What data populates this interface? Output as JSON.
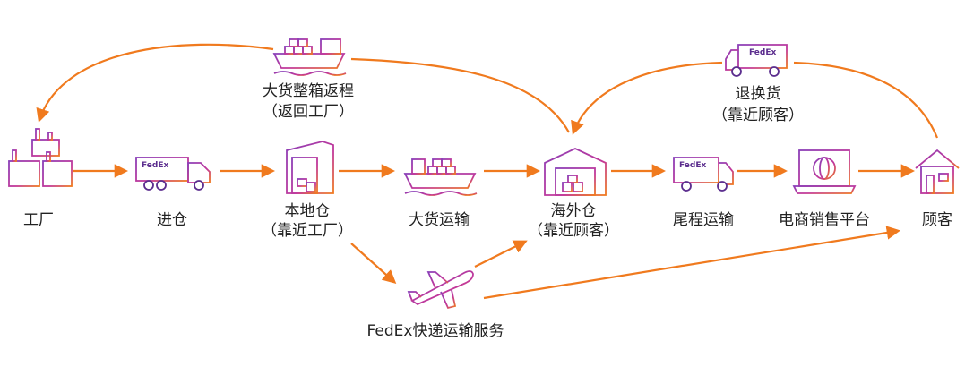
{
  "colors": {
    "arrow": "#F07A1E",
    "icon_purple": "#5B2D8E",
    "icon_violet": "#8A3FB8",
    "icon_magenta": "#C2389A",
    "icon_orange": "#F07A1E"
  },
  "nodes": {
    "factory": {
      "label": "工厂",
      "icon": "factory-icon"
    },
    "inbound": {
      "label": "进仓",
      "icon": "fedex-truck-icon"
    },
    "local_warehouse": {
      "label": "本地仓",
      "sublabel": "（靠近工厂）",
      "icon": "warehouse-building-icon"
    },
    "bulk_transport": {
      "label": "大货运输",
      "icon": "cargo-ship-icon"
    },
    "overseas_warehouse": {
      "label": "海外仓",
      "sublabel": "（靠近顾客）",
      "icon": "warehouse-icon"
    },
    "last_mile": {
      "label": "尾程运输",
      "icon": "fedex-van-icon"
    },
    "ecommerce": {
      "label": "电商销售平台",
      "icon": "laptop-globe-icon"
    },
    "customer": {
      "label": "顾客",
      "icon": "house-icon"
    }
  },
  "return_container": {
    "label": "大货整箱返程",
    "sublabel": "（返回工厂）",
    "icon": "cargo-ship-icon"
  },
  "exchange": {
    "label": "退换货",
    "sublabel": "（靠近顾客）",
    "icon": "fedex-van-icon"
  },
  "express": {
    "label": "FedEx快递运输服务",
    "icon": "airplane-icon"
  },
  "brand_mark": "FedEx"
}
